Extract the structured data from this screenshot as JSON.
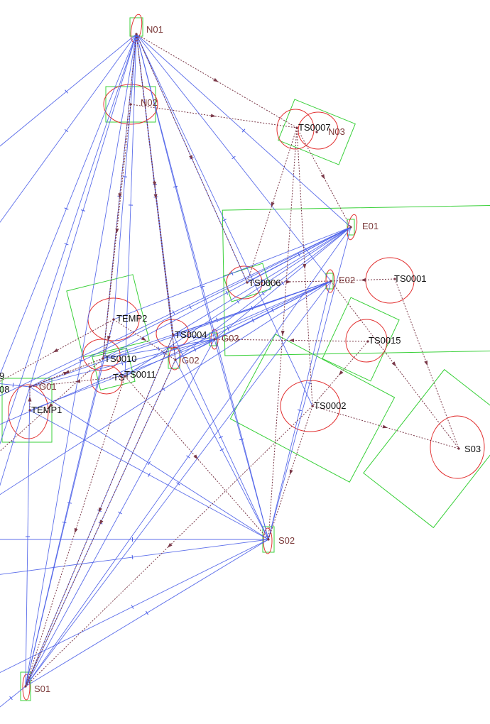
{
  "colors": {
    "observation": "#4a5ee8",
    "traverse": "#7a3848",
    "error_box": "#38d038",
    "error_ellipse": "#e23030",
    "control_label": "#7a3838",
    "point_label": "#111111",
    "background": "#ffffff"
  },
  "stations": [
    {
      "id": "N01",
      "kind": "control"
    },
    {
      "id": "N02",
      "kind": "control"
    },
    {
      "id": "N03",
      "kind": "control"
    },
    {
      "id": "E01",
      "kind": "control"
    },
    {
      "id": "E02",
      "kind": "control"
    },
    {
      "id": "G01",
      "kind": "control"
    },
    {
      "id": "G02",
      "kind": "control"
    },
    {
      "id": "G03",
      "kind": "control"
    },
    {
      "id": "S01",
      "kind": "control"
    },
    {
      "id": "S02",
      "kind": "control"
    },
    {
      "id": "S03",
      "kind": "point"
    },
    {
      "id": "TS0007",
      "kind": "point"
    },
    {
      "id": "TS0006",
      "kind": "point"
    },
    {
      "id": "TS0001",
      "kind": "point"
    },
    {
      "id": "TS0015",
      "kind": "point"
    },
    {
      "id": "TS0002",
      "kind": "point"
    },
    {
      "id": "TS0004",
      "kind": "point"
    },
    {
      "id": "TS0010",
      "kind": "point"
    },
    {
      "id": "TS0011",
      "kind": "point"
    },
    {
      "id": "TEMP1",
      "kind": "point"
    },
    {
      "id": "TEMP2",
      "kind": "point"
    }
  ],
  "partial_labels": [
    "TS",
    "9",
    "08"
  ]
}
